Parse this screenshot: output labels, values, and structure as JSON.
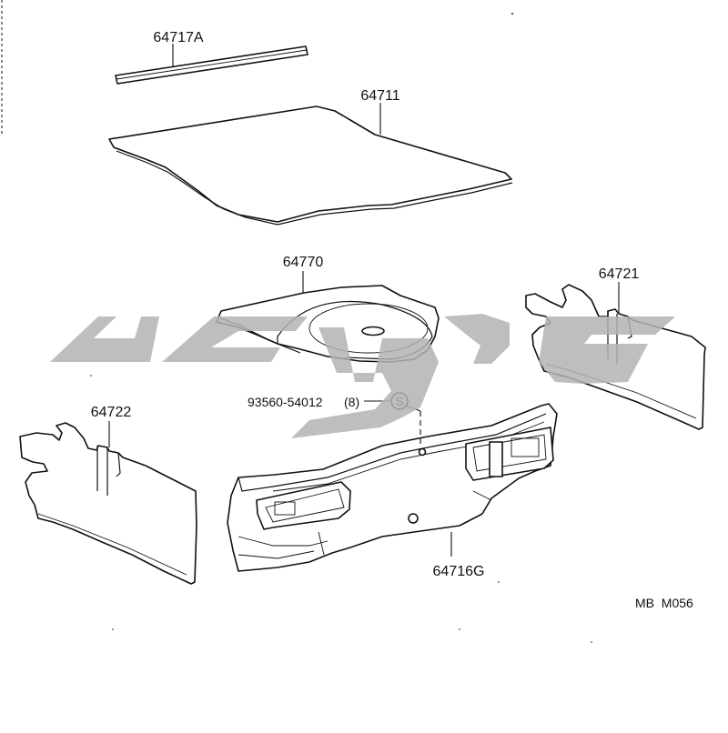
{
  "parts": [
    {
      "id": "p1",
      "number": "64717A"
    },
    {
      "id": "p2",
      "number": "64711"
    },
    {
      "id": "p3",
      "number": "64770"
    },
    {
      "id": "p4",
      "number": "64721"
    },
    {
      "id": "p5",
      "number": "64722"
    },
    {
      "id": "p6",
      "number": "64716G"
    }
  ],
  "clip": {
    "number": "93560-54012",
    "qty": "(8)",
    "symbol": "S"
  },
  "diagram_code": "MB  M056",
  "colors": {
    "line": "#111111",
    "watermark": "#b3b3b3",
    "background": "#ffffff"
  }
}
